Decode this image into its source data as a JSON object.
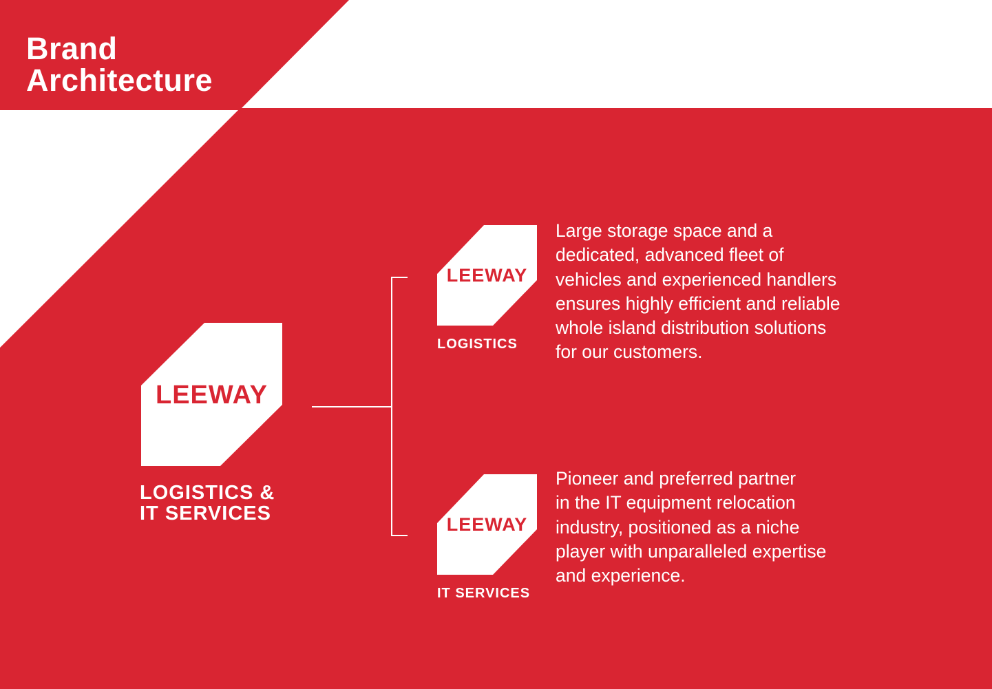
{
  "title_line1": "Brand",
  "title_line2": "Architecture",
  "colors": {
    "brand_red": "#d92532",
    "white": "#ffffff"
  },
  "parent": {
    "logo_text": "LEEWAY",
    "caption_line1": "LOGISTICS &",
    "caption_line2": "IT SERVICES"
  },
  "children": [
    {
      "logo_text": "LEEWAY",
      "caption": "LOGISTICS",
      "description": [
        "Large storage space and a",
        "dedicated, advanced fleet of",
        "vehicles and experienced handlers",
        "ensures highly efficient and reliable",
        "whole island distribution solutions",
        "for our customers."
      ]
    },
    {
      "logo_text": "LEEWAY",
      "caption": "IT SERVICES",
      "description": [
        "Pioneer and preferred partner",
        "in the IT equipment relocation",
        "industry, positioned as a niche",
        "player with unparalleled expertise",
        "and experience."
      ]
    }
  ]
}
